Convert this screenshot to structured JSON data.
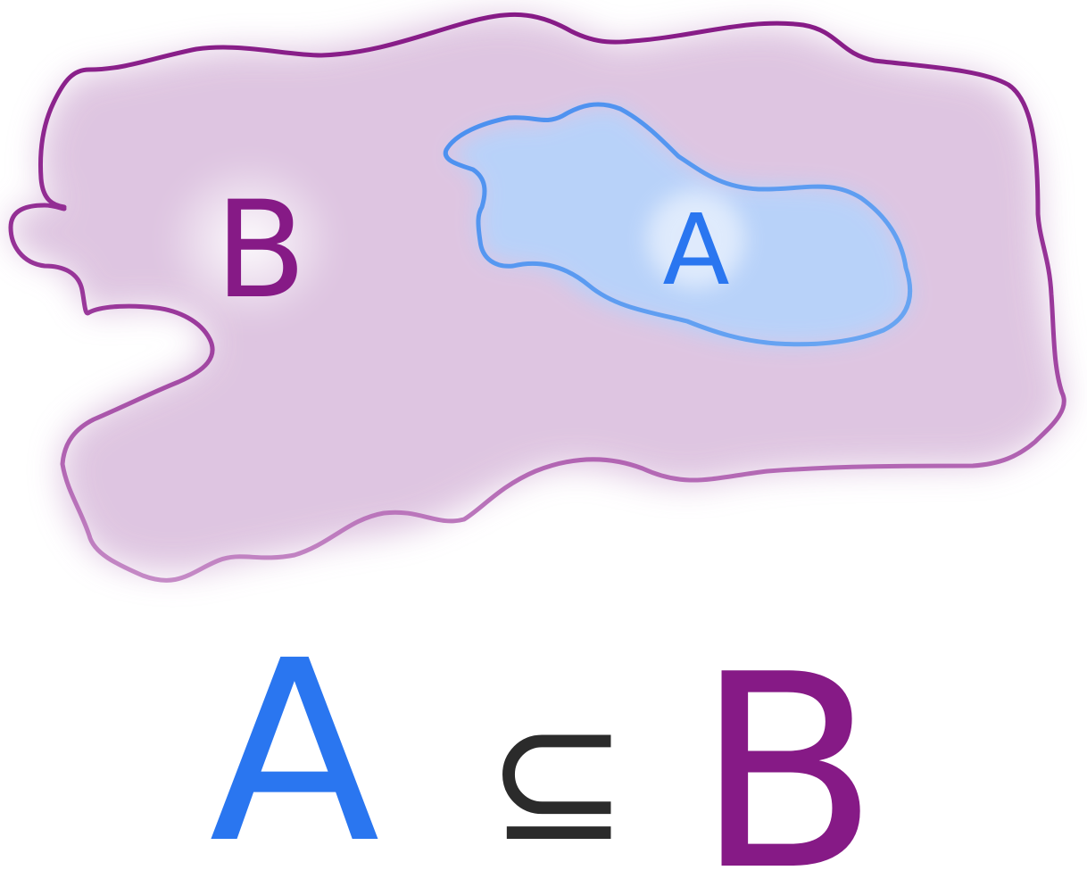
{
  "diagram": {
    "set_b_label": "B",
    "set_a_label": "A",
    "relation": {
      "left": "A",
      "symbol": "⊆",
      "right": "B"
    }
  },
  "colors": {
    "set_b_stroke": "#8a1f8c",
    "set_b_fill": "#d9bcdc",
    "set_a_stroke": "#3d8bf0",
    "set_a_fill": "#b7d3fb",
    "relation_a": "#2a76f0",
    "relation_symbol": "#2b2b2b",
    "relation_b": "#861a86"
  }
}
